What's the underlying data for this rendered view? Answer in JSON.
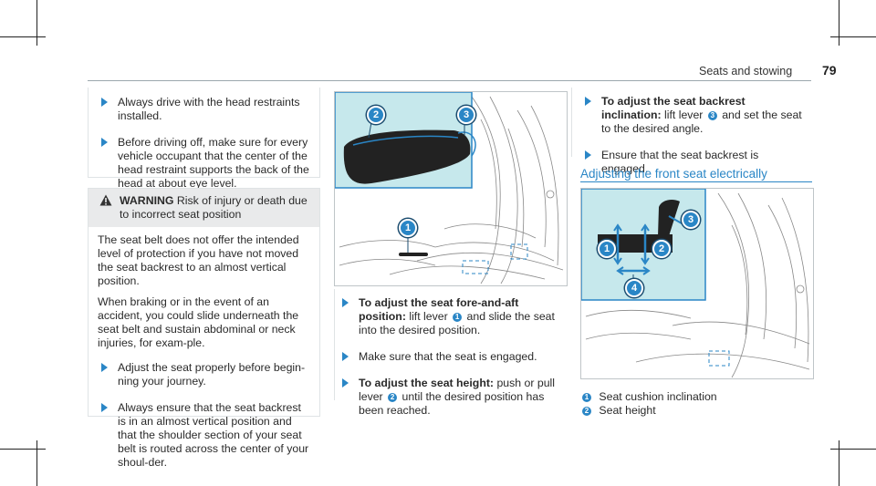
{
  "header": {
    "title": "Seats and stowing",
    "page": "79"
  },
  "left": {
    "steps_top": [
      "Always drive with the head restraints installed.",
      "Before driving off, make sure for every vehicle occupant that the center of the head restraint supports the back of the head at about eye level."
    ],
    "warning": {
      "label": "WARNING",
      "title": "Risk of injury or death due to incorrect seat position",
      "body": [
        "The seat belt does not offer the intended level of protection if you have not moved the seat backrest to an almost vertical position.",
        "When braking or in the event of an accident, you could slide underneath the seat belt and sustain abdominal or neck injuries, for exam-ple."
      ],
      "steps": [
        "Adjust the seat properly before begin-ning your journey.",
        "Always ensure that the seat backrest is in an almost vertical position and that the shoulder section of your seat belt is routed across the center of your shoul-der."
      ]
    }
  },
  "middle": {
    "image_badges": [
      "2",
      "3",
      "1"
    ],
    "steps": [
      {
        "bold": "To adjust the seat fore-and-aft position:",
        "pre": " lift lever ",
        "num": "1",
        "post": " and slide the seat into the desired position."
      },
      {
        "bold": "",
        "pre": "Make sure that the seat is engaged.",
        "num": "",
        "post": ""
      },
      {
        "bold": "To adjust the seat height:",
        "pre": " push or pull lever ",
        "num": "2",
        "post": " until the desired position has been reached."
      }
    ]
  },
  "right": {
    "steps": [
      {
        "bold": "To adjust the seat backrest inclination:",
        "pre": " lift lever ",
        "num": "3",
        "post": " and set the seat to the desired angle."
      },
      {
        "bold": "",
        "pre": "Ensure that the seat backrest is engaged.",
        "num": "",
        "post": ""
      }
    ],
    "section_title": "Adjusting the front seat electrically",
    "image_badges": [
      "1",
      "2",
      "3",
      "4"
    ],
    "legend": [
      {
        "num": "1",
        "label": "Seat cushion inclination"
      },
      {
        "num": "2",
        "label": "Seat height"
      }
    ]
  },
  "colors": {
    "accent": "#2a86c6",
    "panel": "#c6e8ec",
    "warning_bg": "#e9eaeb"
  }
}
